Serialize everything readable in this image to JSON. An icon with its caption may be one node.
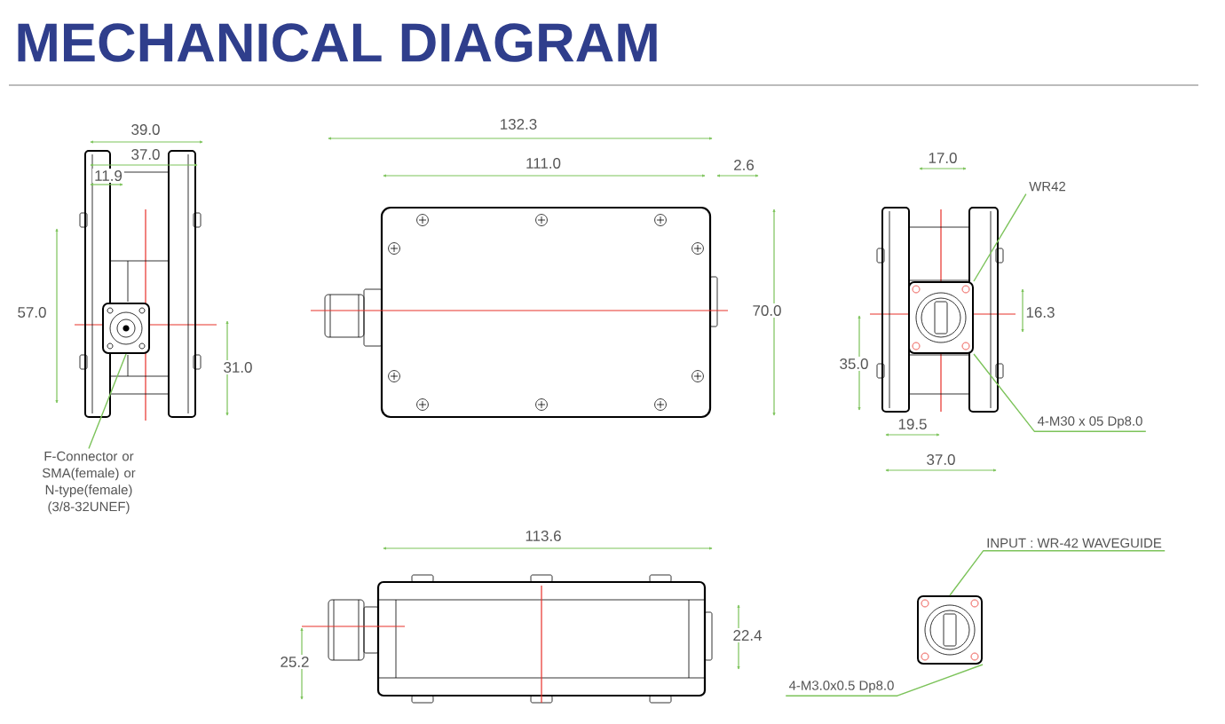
{
  "diagram": {
    "title": "MECHANICAL DIAGRAM",
    "nodes": [
      {
        "text": [
          "F-Connector or SMA(female) or N-type(female) (3/8-32UNEF)"
        ]
      },
      {
        "text": [],
        "shape": "picture"
      },
      {
        "text": [
          "WR42"
        ]
      },
      {
        "text": [],
        "shape": "picture"
      },
      {
        "text": [
          "4-M30 x 05 Dp8.0"
        ]
      },
      {
        "text": [
          "INPUT : WR-42 WAVEGUIDE"
        ]
      },
      {
        "text": [],
        "shape": "picture"
      },
      {
        "text": [
          "4-M3.0x0.5 Dp8.0"
        ]
      }
    ],
    "edges": [
      {
        "from": 0,
        "to": 1,
        "arrow": "none"
      },
      {
        "from": 2,
        "to": 3,
        "arrow": "none"
      },
      {
        "from": 4,
        "to": 3,
        "arrow": "none"
      },
      {
        "from": 5,
        "to": 6,
        "arrow": "none"
      },
      {
        "from": 7,
        "to": 6,
        "arrow": "none"
      }
    ],
    "labels": [
      "39.0",
      "37.0",
      "11.9",
      "132.3",
      "111.0",
      "2.6",
      "17.0",
      "57.0",
      "70.0",
      "16.3",
      "31.0",
      "35.0",
      "19.5",
      "37.0",
      "113.6",
      "22.4",
      "25.2"
    ]
  }
}
